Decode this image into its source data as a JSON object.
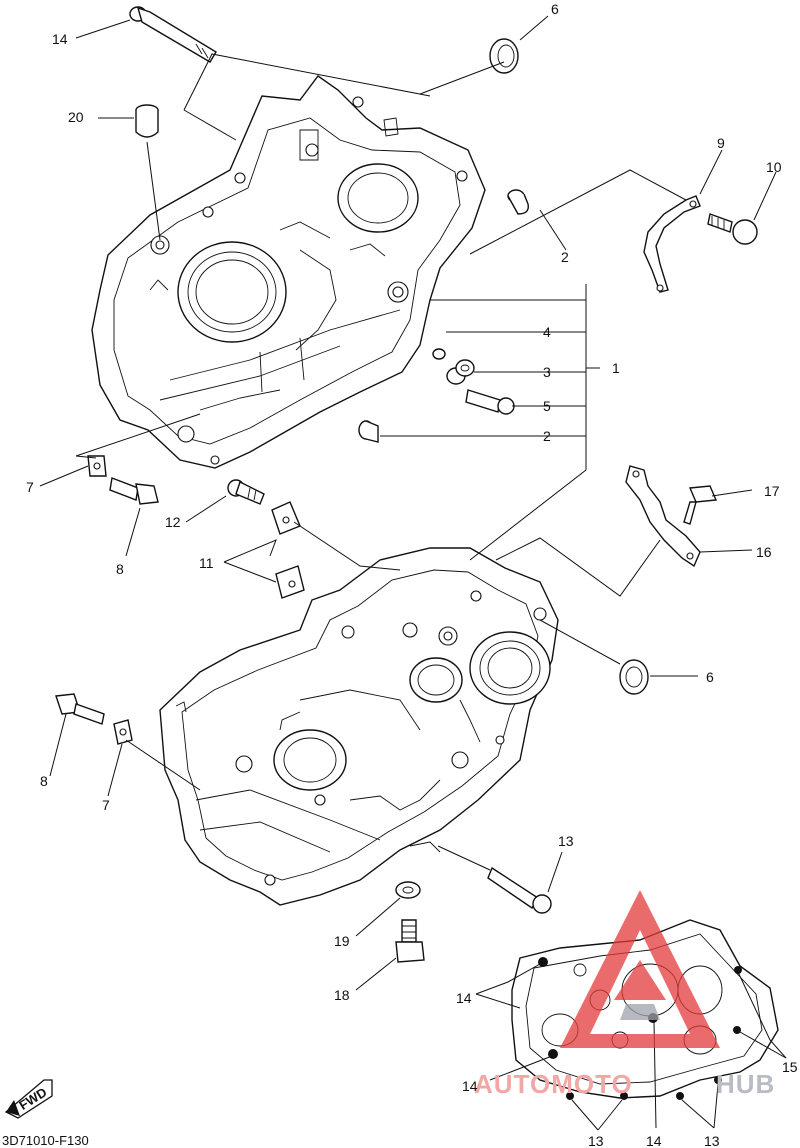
{
  "diagram": {
    "part_code": "3D71010-F130",
    "fwd_label": "FWD",
    "watermark": {
      "left": "AUTOMOTO",
      "right": "HUB"
    },
    "callouts": {
      "c14_top": "14",
      "c6_top": "6",
      "c20": "20",
      "c9": "9",
      "c10": "10",
      "c2_upper": "2",
      "c4": "4",
      "c3": "3",
      "c1": "1",
      "c5": "5",
      "c2_lower": "2",
      "c7_upper": "7",
      "c8_upper": "8",
      "c12": "12",
      "c11": "11",
      "c17": "17",
      "c16": "16",
      "c6_lower": "6",
      "c8_lower": "8",
      "c7_lower": "7",
      "c13_right": "13",
      "c19": "19",
      "c18": "18",
      "c14_inset_top": "14",
      "c14_inset_left": "14",
      "c15": "15",
      "c13_inset_left": "13",
      "c14_inset_bottom": "14",
      "c13_inset_right": "13"
    }
  },
  "colors": {
    "ink": "#111111",
    "watermark_red": "#e23a3a",
    "watermark_grey": "#9ea2ab"
  }
}
